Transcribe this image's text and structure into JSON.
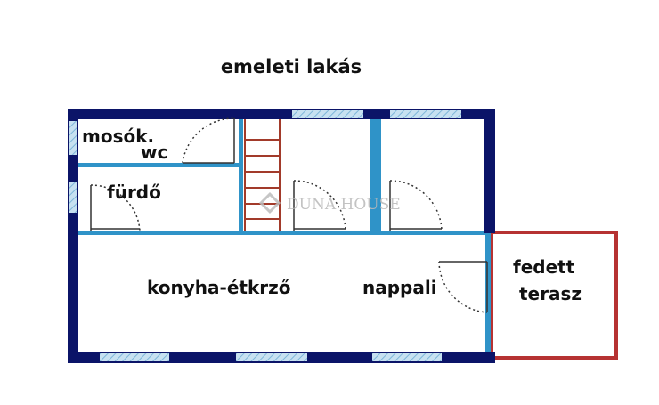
{
  "title": "emeleti lakás",
  "watermark": "DUNA HOUSE",
  "rooms": {
    "laundry": "mosók.",
    "wc": "wc",
    "bathroom": "fürdő",
    "kitchen_dining": "konyha-étkrző",
    "living_room": "nappali",
    "terrace_line1": "fedett",
    "terrace_line2": "terasz"
  },
  "colors": {
    "outer_wall": "#0b1468",
    "inner_wall": "#2f93c8",
    "window": "#9ccbe5",
    "stairs": "#a23a2a",
    "terrace_outline": "#b63232",
    "door": "#333333",
    "text": "#111111"
  }
}
